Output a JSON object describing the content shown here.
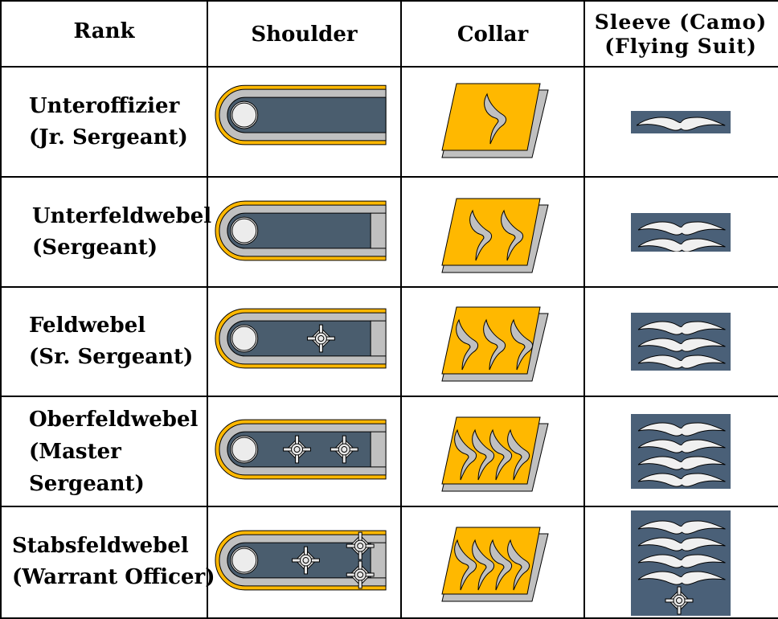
{
  "headers": {
    "rank": "Rank",
    "shoulder": "Shoulder",
    "collar": "Collar",
    "sleeve_line1": "Sleeve (Camo)",
    "sleeve_line2": "(Flying Suit)"
  },
  "colors": {
    "piping_yellow": "#FFB800",
    "board_blue": "#4A5D6E",
    "silver_gray": "#C0C0C0",
    "button_white": "#ECECEC",
    "sleeve_blue": "#4A6078",
    "wing_white": "#F0F0F0",
    "grid_black": "#000000"
  },
  "rows": [
    {
      "rank_de": "Unteroffizier",
      "rank_en": "(Jr. Sergeant)",
      "rank_en2": "",
      "shoulder_pips": 0,
      "shoulder_end_bar": false,
      "collar_wings": 1,
      "sleeve_wings": 1,
      "sleeve_pip": false
    },
    {
      "rank_de": "Unterfeldwebel",
      "rank_en": "(Sergeant)",
      "rank_en2": "",
      "shoulder_pips": 0,
      "shoulder_end_bar": true,
      "collar_wings": 2,
      "sleeve_wings": 2,
      "sleeve_pip": false
    },
    {
      "rank_de": "Feldwebel",
      "rank_en": "(Sr. Sergeant)",
      "rank_en2": "",
      "shoulder_pips": 1,
      "shoulder_end_bar": true,
      "collar_wings": 3,
      "sleeve_wings": 3,
      "sleeve_pip": false
    },
    {
      "rank_de": "Oberfeldwebel",
      "rank_en": "(Master",
      "rank_en2": "Sergeant)",
      "shoulder_pips": 2,
      "shoulder_end_bar": true,
      "collar_wings": 4,
      "sleeve_wings": 4,
      "sleeve_pip": false
    },
    {
      "rank_de": "Stabsfeldwebel",
      "rank_en": "(Warrant Officer)",
      "rank_en2": "",
      "shoulder_pips": 3,
      "shoulder_end_bar": true,
      "collar_wings": 4,
      "sleeve_wings": 4,
      "sleeve_pip": true
    }
  ]
}
